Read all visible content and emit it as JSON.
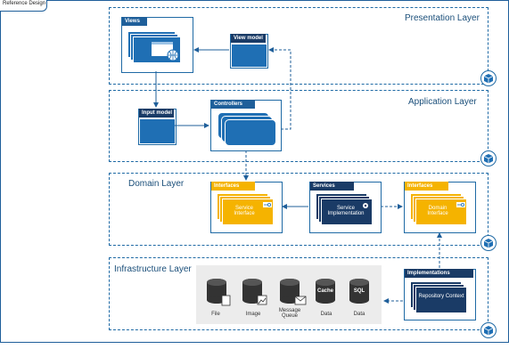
{
  "tab": {
    "label": "Reference Design"
  },
  "layers": {
    "presentation": "Presentation Layer",
    "application": "Application Layer",
    "domain": "Domain Layer",
    "infrastructure": "Infrastructure Layer"
  },
  "presentation": {
    "views": "Views",
    "view_model": "View model"
  },
  "application": {
    "input_model": "Input model",
    "controllers": "Controllers"
  },
  "domain": {
    "interfaces_left": "Interfaces",
    "service_interface": "Service Interface",
    "services": "Services",
    "service_impl": "Service Implementation",
    "interfaces_right": "Interfaces",
    "domain_interface": "Domain Interface"
  },
  "infrastructure": {
    "implementations": "Implementations",
    "repository_context": "Repository Context",
    "stores": [
      {
        "label": "File",
        "badge": ""
      },
      {
        "label": "Image",
        "badge": ""
      },
      {
        "label": "Message Queue",
        "badge": ""
      },
      {
        "label": "Data",
        "badge": "Cache"
      },
      {
        "label": "Data",
        "badge": "SQL"
      }
    ]
  },
  "colors": {
    "navy": "#1f5f9a",
    "dark": "#1a3b66",
    "gold": "#f5b300",
    "blue": "#1f6fb4"
  }
}
